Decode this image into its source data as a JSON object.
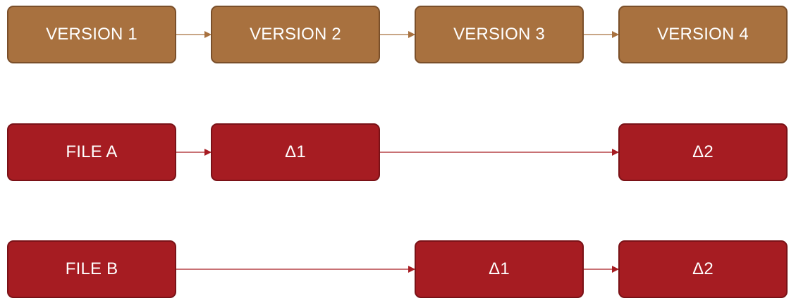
{
  "colors": {
    "version_fill": "#a8713f",
    "version_border": "#7a4f2a",
    "version_arrow": "#a8713f",
    "file_fill": "#a61c22",
    "file_border": "#7a1217",
    "file_arrow": "#a61c22",
    "text": "#ffffff"
  },
  "versions": [
    "VERSION 1",
    "VERSION 2",
    "VERSION 3",
    "VERSION 4"
  ],
  "file_a": {
    "label": "FILE A",
    "delta_v2": "Δ1",
    "delta_v4": "Δ2"
  },
  "file_b": {
    "label": "FILE B",
    "delta_v3": "Δ1",
    "delta_v4": "Δ2"
  }
}
